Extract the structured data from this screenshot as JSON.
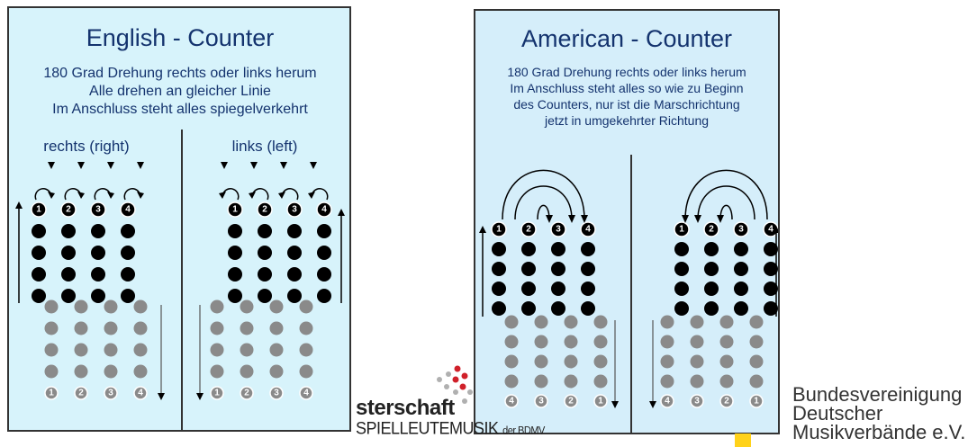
{
  "english": {
    "title": "English - Counter",
    "lines": [
      "180 Grad Drehung rechts oder links herum",
      "Alle drehen an gleicher Linie",
      "Im Anschluss steht alles spiegelverkehrt"
    ],
    "left_label": "rechts (right)",
    "right_label": "links (left)",
    "numbers": [
      "1",
      "2",
      "3",
      "4"
    ],
    "numbers_after_right": [
      "1",
      "2",
      "3",
      "4"
    ],
    "numbers_after_left": [
      "1",
      "2",
      "3",
      "4"
    ]
  },
  "american": {
    "title": "American - Counter",
    "lines": [
      "180 Grad Drehung rechts oder links herum",
      "Im Anschluss steht alles so wie zu Beginn",
      "des Counters, nur ist die Marschrichtung",
      "jetzt in umgekehrter Richtung"
    ],
    "numbers": [
      "1",
      "2",
      "3",
      "4"
    ],
    "numbers_after": [
      "4",
      "3",
      "2",
      "1"
    ]
  },
  "logo_left": {
    "line1": "sterschaft",
    "line2": "SPIELLEUTEMUSIK",
    "line2_small": "der BDMV"
  },
  "logo_right": {
    "lines": [
      "Bundesvereinigung",
      "Deutscher",
      "Musikverbände e.V."
    ]
  },
  "colors": {
    "panel_en": "#d7f3fb",
    "panel_am": "#d5eefa",
    "title": "#14336e",
    "dot_black": "#000000",
    "dot_grey": "#8a8a8a"
  }
}
